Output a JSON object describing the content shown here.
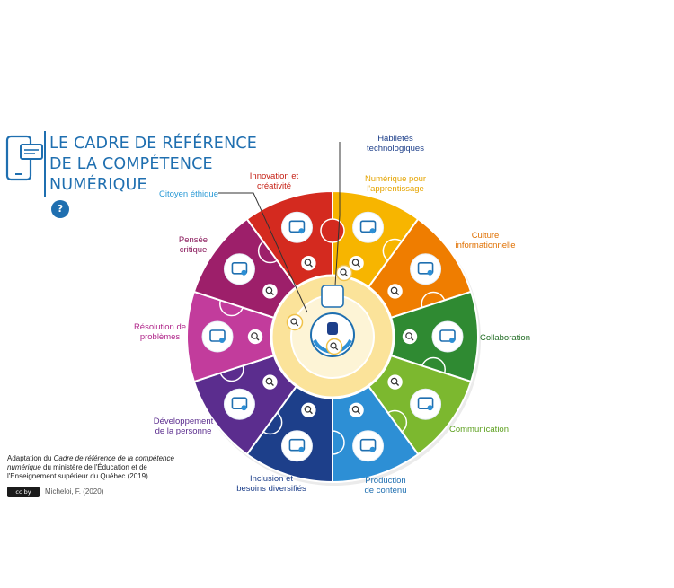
{
  "title_lines": [
    "LE CADRE DE RÉFÉRENCE",
    "DE LA COMPÉTENCE",
    "NUMÉRIQUE"
  ],
  "help_label": "?",
  "segments": [
    {
      "key": "numerique",
      "label_lines": [
        "Numérique pour",
        "l'apprentissage"
      ],
      "color": "#f7b500",
      "label_color": "#e5a400",
      "icon": "document-stack-icon"
    },
    {
      "key": "culture",
      "label_lines": [
        "Culture",
        "informationnelle"
      ],
      "color": "#ef7d00",
      "label_color": "#e07000",
      "icon": "books-search-icon"
    },
    {
      "key": "collaboration",
      "label_lines": [
        "Collaboration"
      ],
      "color": "#2f8a32",
      "label_color": "#1f6b22",
      "icon": "team-network-icon"
    },
    {
      "key": "communication",
      "label_lines": [
        "Communication"
      ],
      "color": "#7cb82f",
      "label_color": "#5da01f",
      "icon": "chat-window-icon"
    },
    {
      "key": "production",
      "label_lines": [
        "Production",
        "de contenu"
      ],
      "color": "#2d8fd5",
      "label_color": "#1f6fb0",
      "icon": "screen-edit-icon"
    },
    {
      "key": "inclusion",
      "label_lines": [
        "Inclusion et",
        "besoins diversifiés"
      ],
      "color": "#1d3f8a",
      "label_color": "#1d3f8a",
      "icon": "cycle-arrows-icon"
    },
    {
      "key": "developpement",
      "label_lines": [
        "Développement",
        "de la personne"
      ],
      "color": "#5b2d8e",
      "label_color": "#5b2d8e",
      "icon": "stairs-icon"
    },
    {
      "key": "resolution",
      "label_lines": [
        "Résolution de",
        "problèmes"
      ],
      "color": "#c23c9c",
      "label_color": "#b0268a",
      "icon": "target-icon"
    },
    {
      "key": "pensee",
      "label_lines": [
        "Pensée",
        "critique"
      ],
      "color": "#9d1f6a",
      "label_color": "#8a1a5c",
      "icon": "thought-bubbles-icon"
    },
    {
      "key": "innovation",
      "label_lines": [
        "Innovation et",
        "créativité"
      ],
      "color": "#d42a1f",
      "label_color": "#c51f14",
      "icon": "lightbulb-icon"
    }
  ],
  "citoyen_label": "Citoyen éthique",
  "habiletes_label_lines": [
    "Habiletés",
    "technologiques"
  ],
  "credit_lines": [
    [
      "Adaptation du ",
      "Cadre de référence de la compétence"
    ],
    [
      "numérique",
      " du ministère de l'Éducation et de"
    ],
    [
      "l'Enseignement supérieur du Québec (2019)",
      "."
    ]
  ],
  "cc_badge": "cc by",
  "author": "Micheloi, F. (2020)",
  "colors": {
    "title": "#1f6fb0",
    "inner_ring": "#fbe39a",
    "core": "#fdf4d6",
    "magnifier_border": "#1f6fb0"
  }
}
